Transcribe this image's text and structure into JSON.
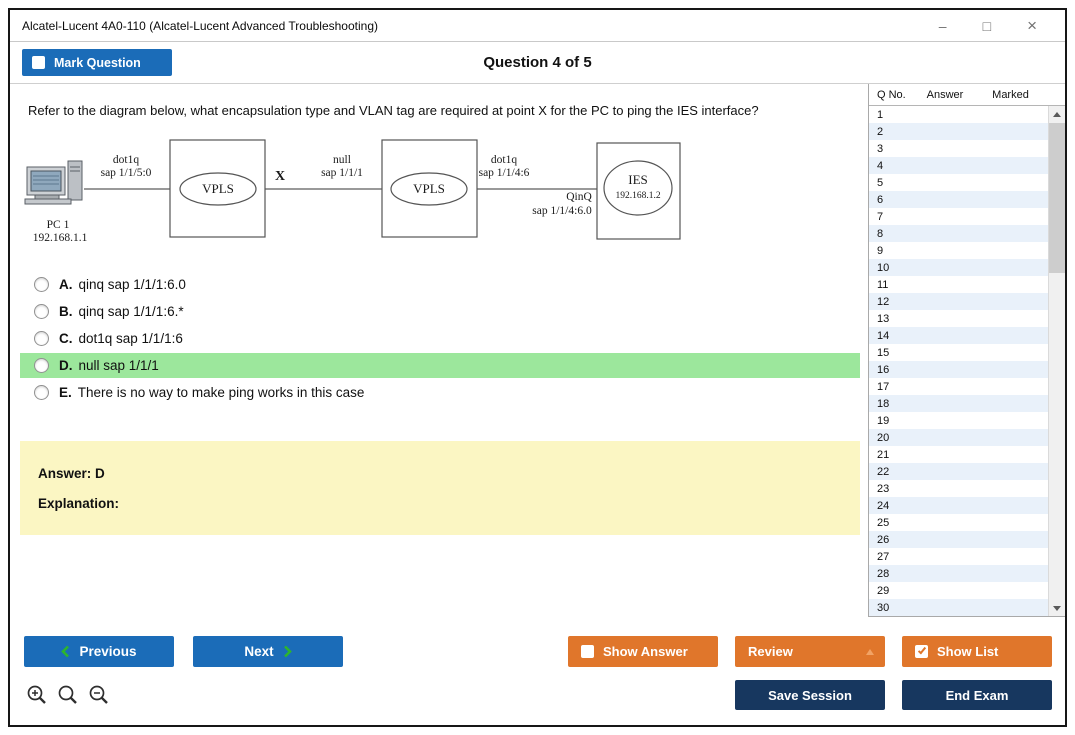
{
  "window": {
    "title": "Alcatel-Lucent 4A0-110 (Alcatel-Lucent Advanced Troubleshooting)",
    "controls": {
      "minimize": "–",
      "maximize": "□",
      "close": "×"
    }
  },
  "header": {
    "mark_question_label": "Mark Question",
    "question_counter": "Question 4 of 5"
  },
  "question": {
    "text": "Refer to the diagram below, what encapsulation type and VLAN tag are required at point X for the PC to ping the IES interface?",
    "options": [
      {
        "letter": "A.",
        "text": "qinq sap 1/1/1:6.0",
        "highlighted": false
      },
      {
        "letter": "B.",
        "text": "qinq sap 1/1/1:6.*",
        "highlighted": false
      },
      {
        "letter": "C.",
        "text": "dot1q sap 1/1/1:6",
        "highlighted": false
      },
      {
        "letter": "D.",
        "text": "null sap 1/1/1",
        "highlighted": true
      },
      {
        "letter": "E.",
        "text": "There is no way to make ping works in this case",
        "highlighted": false
      }
    ],
    "answer_label": "Answer: D",
    "explanation_label": "Explanation:"
  },
  "diagram": {
    "pc_name": "PC 1",
    "pc_ip": "192.168.1.1",
    "sap1_line1": "dot1q",
    "sap1_line2": "sap 1/1/5:0",
    "point_label": "X",
    "sap2_line1": "null",
    "sap2_line2": "sap 1/1/1",
    "vpls1": "VPLS",
    "vpls2": "VPLS",
    "sap3_line1": "dot1q",
    "sap3_line2": "sap 1/1/4:6",
    "sap4_line1": "QinQ",
    "sap4_line2": "sap 1/1/4:6.0",
    "ies_name": "IES",
    "ies_ip": "192.168.1.2"
  },
  "sidebar": {
    "columns": [
      "Q No.",
      "Answer",
      "Marked"
    ],
    "rows": [
      "1",
      "2",
      "3",
      "4",
      "5",
      "6",
      "7",
      "8",
      "9",
      "10",
      "11",
      "12",
      "13",
      "14",
      "15",
      "16",
      "17",
      "18",
      "19",
      "20",
      "21",
      "22",
      "23",
      "24",
      "25",
      "26",
      "27",
      "28",
      "29",
      "30"
    ]
  },
  "footer": {
    "previous": "Previous",
    "next": "Next",
    "show_answer": "Show Answer",
    "review": "Review",
    "show_list": "Show List",
    "save_session": "Save Session",
    "end_exam": "End Exam"
  },
  "colors": {
    "accent_blue": "#1b6cb8",
    "accent_orange": "#e0762b",
    "dark_navy": "#17375f",
    "highlight_green": "#9ce79c",
    "answer_yellow": "#fbf6c3",
    "chevron_green": "#2db52d"
  }
}
